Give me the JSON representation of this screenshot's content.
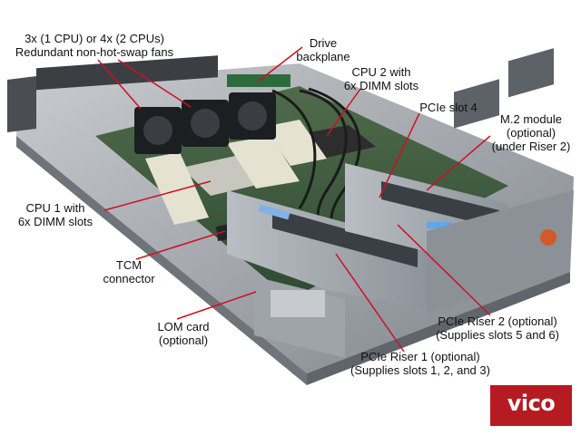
{
  "labels": {
    "fans": [
      "3x (1 CPU) or 4x (2 CPUs)",
      "Redundant non-hot-swap fans"
    ],
    "drive_backplane": [
      "Drive",
      "backplane"
    ],
    "cpu2": [
      "CPU 2 with",
      "6x DIMM slots"
    ],
    "pcie_slot4": [
      "PCIe slot 4"
    ],
    "m2_module": [
      "M.2 module",
      "(optional)",
      "(under Riser 2)"
    ],
    "cpu1": [
      "CPU 1 with",
      "6x DIMM slots"
    ],
    "tcm": [
      "TCM",
      "connector"
    ],
    "lom": [
      "LOM card",
      "(optional)"
    ],
    "riser2": [
      "PCIe Riser 2 (optional)",
      "(Supplies slots 5 and 6)"
    ],
    "riser1": [
      "PCIe Riser 1 (optional)",
      "(Supplies slots 1, 2, and 3)"
    ]
  },
  "logo": {
    "text": "vico",
    "color": "#b51b22"
  },
  "colors": {
    "leader": "#d10f1f",
    "chassis": "#9aa0a6"
  }
}
